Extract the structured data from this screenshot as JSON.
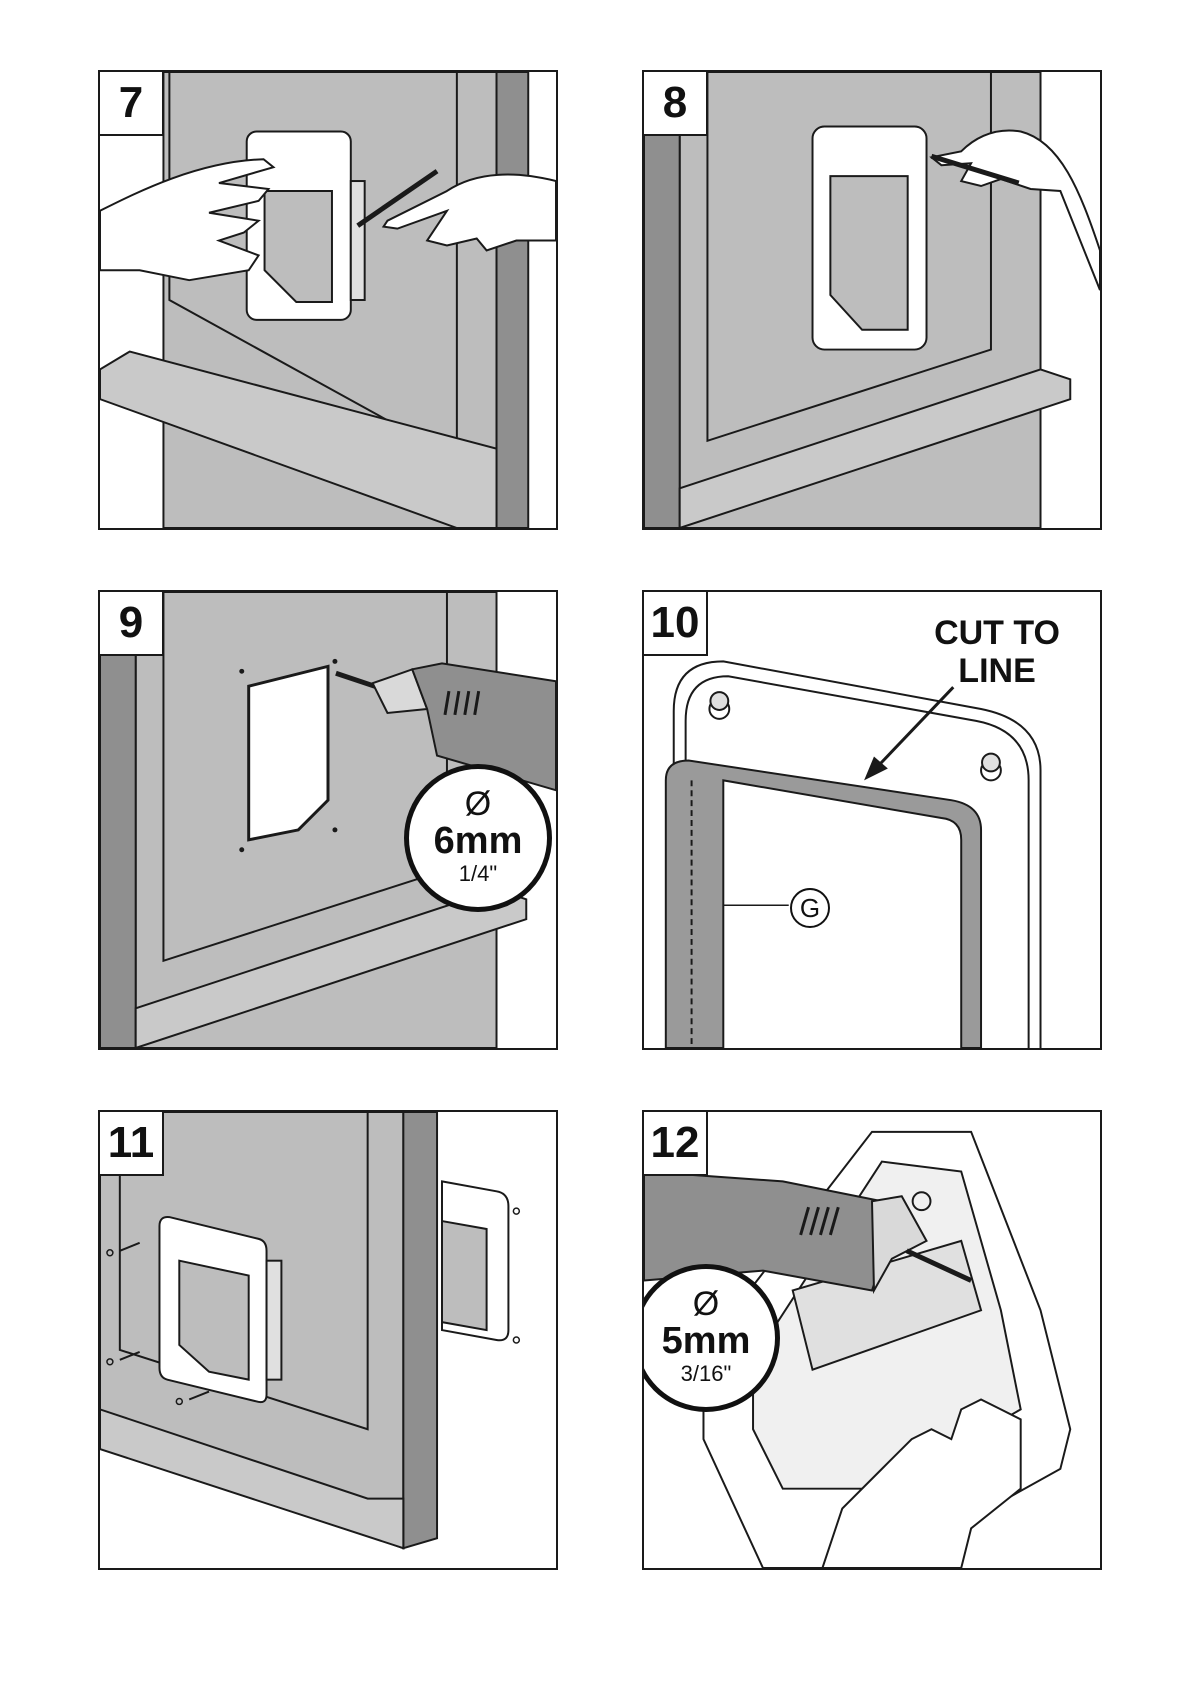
{
  "panels": [
    {
      "number": "7"
    },
    {
      "number": "8"
    },
    {
      "number": "9",
      "badge": {
        "symbol": "Ø",
        "size": "6mm",
        "fraction": "1/4\""
      }
    },
    {
      "number": "10",
      "cut_label_line1": "CUT TO",
      "cut_label_line2": "LINE",
      "callout": "G"
    },
    {
      "number": "11"
    },
    {
      "number": "12",
      "badge": {
        "symbol": "Ø",
        "size": "5mm",
        "fraction": "3/16\""
      }
    }
  ],
  "colors": {
    "door": "#bdbdbd",
    "door_dark": "#8f8f8f",
    "line": "#1a1a1a",
    "flap": "#ffffff"
  }
}
